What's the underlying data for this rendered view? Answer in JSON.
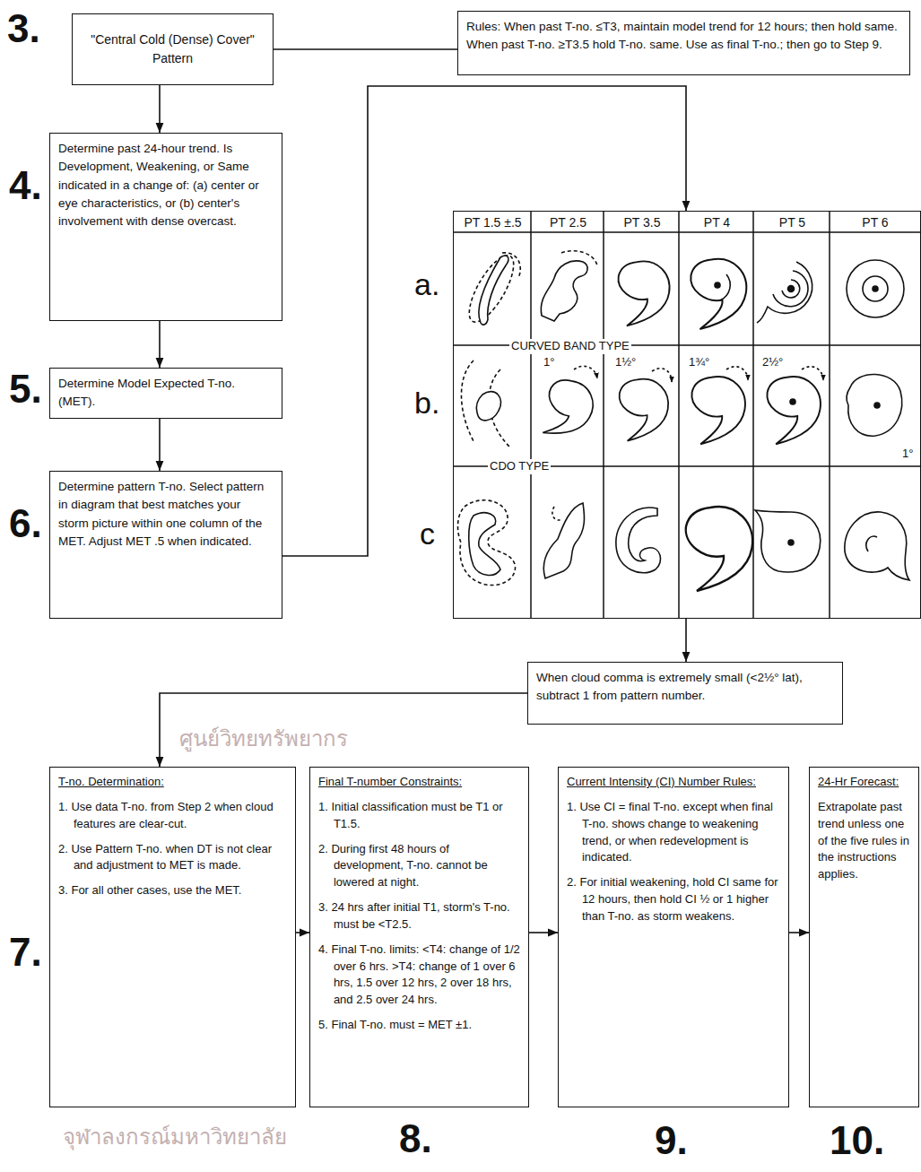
{
  "diagram": {
    "nodes": [
      {
        "text": [
          "\"Central Cold (Dense) Cover\" Pattern"
        ]
      },
      {
        "text": [
          "Rules: When past T-no. ≤T3, maintain model trend for 12 hours; then hold same. When past T-no. ≥T3.5 hold T-no. same. Use as final T-no.; then go to Step 9."
        ]
      },
      {
        "text": [
          "Determine past 24-hour trend. Is Development, Weakening, or Same indicated in a change of: (a) center or eye characteristics, or (b) center's involvement with dense overcast."
        ]
      },
      {
        "text": [
          "Determine Model Expected T-no. (MET)."
        ]
      },
      {
        "text": [
          "Determine pattern T-no. Select pattern in diagram that best matches your storm picture within one column of the MET. Adjust MET .5 when indicated."
        ]
      },
      {
        "text": [
          "PT 1.5 ±.5",
          "PT 2.5",
          "PT 3.5",
          "PT 4",
          "PT 5",
          "PT 6",
          "CURVED BAND TYPE",
          "CDO TYPE",
          "1°",
          "1½°",
          "1¾°",
          "2½°",
          "1°"
        ]
      },
      {
        "text": [
          "When cloud comma is extremely small (<2½° lat), subtract 1 from pattern number."
        ]
      },
      {
        "text": [
          "T-no. Determination:",
          "1. Use data T-no. from Step 2 when cloud features are clear-cut.",
          "2. Use Pattern T-no. when DT is not clear and adjustment to MET is made.",
          "3. For all other cases, use the MET."
        ]
      },
      {
        "text": [
          "Final T-number Constraints:",
          "1. Initial classification must be T1 or T1.5.",
          "2. During first 48 hours of development, T-no. cannot be lowered at night.",
          "3. 24 hrs after initial T1, storm's T-no. must be <T2.5.",
          "4. Final T-no. limits: <T4: change of 1/2 over 6 hrs. >T4: change of 1 over 6 hrs, 1.5 over 12 hrs, 2 over 18 hrs, and 2.5 over 24 hrs.",
          "5. Final T-no. must = MET ±1."
        ]
      },
      {
        "text": [
          "Current Intensity (CI) Number Rules:",
          "1. Use CI = final T-no. except when final T-no. shows change to weakening trend, or when redevelopment is indicated.",
          "2. For initial weakening, hold CI same for 12 hours, then hold CI ½ or 1 higher than T-no. as storm weakens."
        ]
      },
      {
        "text": [
          "24-Hr Forecast:",
          "Extrapolate past trend unless one of the five rules in the instructions applies."
        ]
      }
    ],
    "edges": [
      {
        "from": 0,
        "to": 1,
        "arrow": "none"
      },
      {
        "from": 0,
        "to": 2,
        "arrow": "to"
      },
      {
        "from": 2,
        "to": 3,
        "arrow": "to"
      },
      {
        "from": 3,
        "to": 4,
        "arrow": "to"
      },
      {
        "from": 4,
        "to": 5,
        "arrow": "to"
      },
      {
        "from": 5,
        "to": 6,
        "arrow": "to"
      },
      {
        "from": 6,
        "to": 7,
        "arrow": "to"
      },
      {
        "from": 7,
        "to": 8,
        "arrow": "to"
      },
      {
        "from": 8,
        "to": 9,
        "arrow": "to"
      },
      {
        "from": 9,
        "to": 10,
        "arrow": "to"
      }
    ],
    "labels": [
      "3.",
      "4.",
      "5.",
      "6.",
      "7.",
      "8.",
      "9.",
      "10.",
      "a.",
      "b.",
      "c",
      "ศูนย์วิทยทรัพยากร",
      "จุฬาลงกรณ์มหาวิทยาลัย"
    ]
  }
}
